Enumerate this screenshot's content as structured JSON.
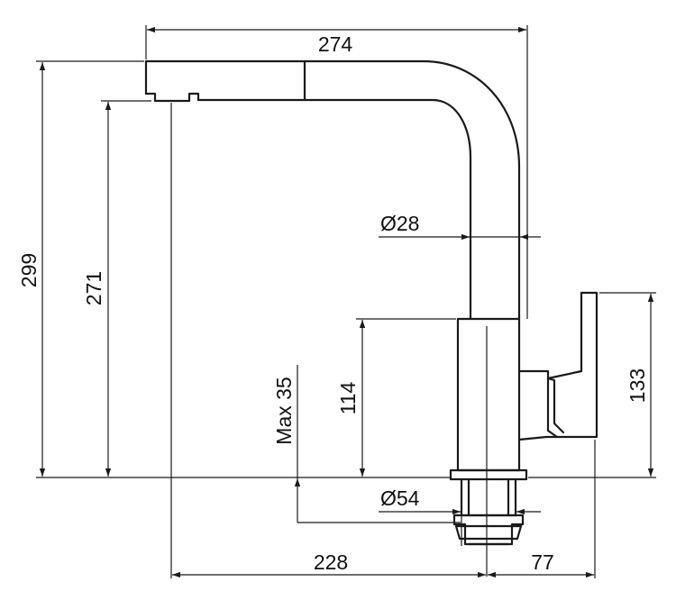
{
  "dimensions": {
    "top_width": "274",
    "total_height": "299",
    "spout_height": "271",
    "pipe_diameter": "Ø28",
    "body_height": "114",
    "max_thickness": "Max 35",
    "lever_height": "133",
    "base_diameter": "Ø54",
    "reach": "228",
    "lever_offset": "77"
  }
}
